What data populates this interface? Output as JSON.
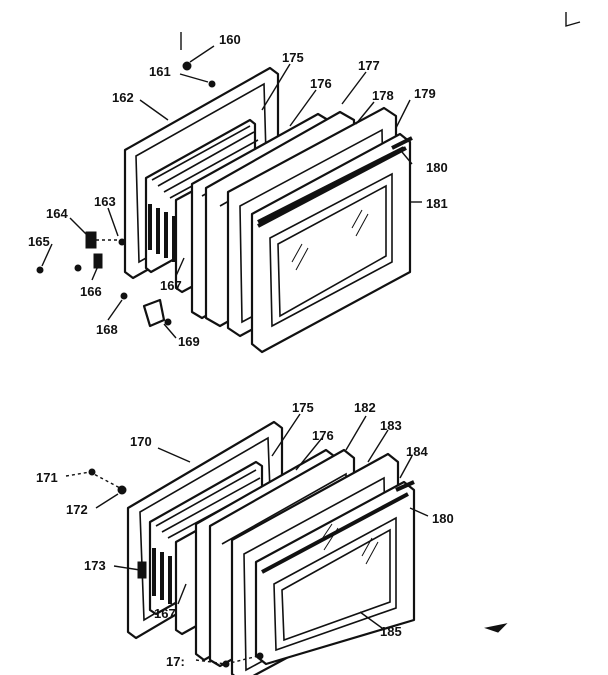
{
  "colors": {
    "ink": "#111111",
    "paper": "#ffffff"
  },
  "callouts": {
    "c160": "160",
    "c161": "161",
    "c162": "162",
    "c163": "163",
    "c164": "164",
    "c165": "165",
    "c166": "166",
    "c167a": "167",
    "c168": "168",
    "c169": "169",
    "c175a": "175",
    "c176a": "176",
    "c177": "177",
    "c178": "178",
    "c179": "179",
    "c180a": "180",
    "c181": "181",
    "c170": "170",
    "c171": "171",
    "c172": "172",
    "c173": "173",
    "c174": "17:",
    "c167b": "167",
    "c175b": "175",
    "c176b": "176",
    "c182": "182",
    "c183": "183",
    "c184": "184",
    "c180b": "180",
    "c185": "185"
  }
}
